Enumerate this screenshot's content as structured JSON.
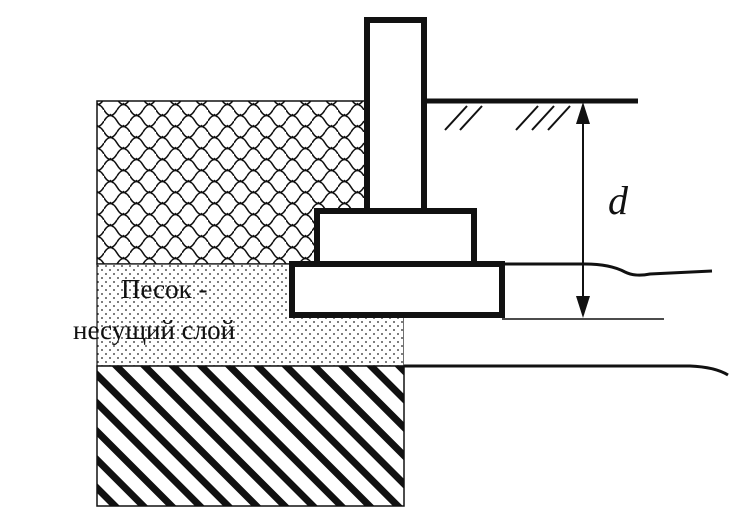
{
  "labels": {
    "sand_line1": "Песок -",
    "sand_line2": "несущий слой",
    "depth_symbol": "d"
  },
  "colors": {
    "ink": "#111111",
    "background": "#ffffff"
  },
  "layers": [
    {
      "name": "backfill-soil",
      "pattern": "scale-hatch"
    },
    {
      "name": "sand-bearing-layer",
      "pattern": "dots"
    },
    {
      "name": "underlying-soil",
      "pattern": "diagonal-hatch"
    }
  ]
}
